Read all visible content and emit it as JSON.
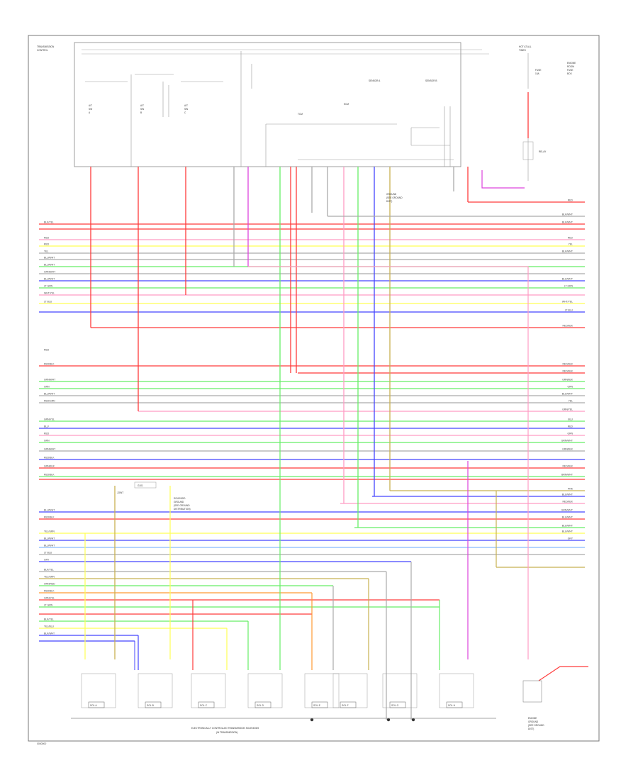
{
  "page": {
    "code": "0000000"
  },
  "labels": {
    "top_left_box": [
      "TRANSMISSION",
      "CONTROL"
    ],
    "ecm": "ECM",
    "tcm_inner": "TCM",
    "sensor_a": "SENSOR A",
    "sensor_b": "SENSOR B",
    "sw1": [
      "A/T",
      "SW",
      "A"
    ],
    "sw2": [
      "A/T",
      "SW",
      "B"
    ],
    "sw3": [
      "A/T",
      "SW",
      "C"
    ],
    "right_top": [
      "HOT AT ALL",
      "TIMES"
    ],
    "right_fuse": [
      "FUSE",
      "15A"
    ],
    "right_relay": [
      "RELAY"
    ],
    "right_side": [
      "ENGINE",
      "ROOM",
      "FUSE",
      "BOX"
    ],
    "midnote": [
      "SOLENOID",
      "GROUND",
      "(SEE GROUND",
      "DISTRIBUTION)"
    ],
    "ground_note": [
      "GROUND",
      "(SEE GROUND",
      "DIST)"
    ],
    "midbox": "G101",
    "join_label": "JOINT",
    "bottom_caption": [
      "ELECTRONICALLY CONTROLLED TRANSMISSION SOLENOIDS",
      "(IN TRANSMISSION)"
    ],
    "bottom_right": [
      "ENGINE",
      "GROUND",
      "(SEE GROUND",
      "DIST)"
    ]
  },
  "wires_left": [
    "BLK/YEL",
    "RED",
    "RED",
    "YEL",
    "BLU/WHT",
    "BLU/WHT",
    "GRN/WHT",
    "BLU/WHT",
    "LT GRN",
    "WHT/YEL",
    "LT BLU",
    "",
    "RED",
    "RED/BLK",
    "GRN/WHT",
    "GRN",
    "BLU/WHT",
    "RED/GRN",
    "GRN/YEL",
    "BLU",
    "RED",
    "GRN",
    "GRN/WHT",
    "RED/BLK",
    "GRN/BLK",
    "RED/BLK",
    "BLU/WHT",
    "RED/BLK",
    "YEL/GRN",
    "BLU/WHT",
    "BLU/WHT",
    "LT BLU",
    "GRY",
    "BLK/YEL",
    "YEL/GRN",
    "ORN/RED",
    "RED/BLK",
    "GRN/YEL",
    "LT GRN",
    "BLK/YEL",
    "YEL/BLU",
    "BLK/WHT"
  ],
  "wires_right": [
    "RED",
    "BLK/WHT",
    "BLK/WHT",
    "RED",
    "YEL",
    "BLK/WHT",
    "BLU/WHT",
    "LT GRN",
    "WHT/YEL",
    "LT BLU",
    "RED/BLK",
    "",
    "RED/BLK",
    "RED/BLK",
    "GRN/BLK",
    "GRN",
    "BLU/WHT",
    "YEL",
    "GRN/YEL",
    "BLU",
    "RED",
    "GRN",
    "GRN/WHT",
    "GRN/BLK",
    "RED/BLK",
    "BRN/WHT",
    "PNK",
    "BLU/WHT",
    "RED/BLK",
    "GRN/WHT",
    "BLU/WHT",
    "BLU/WHT",
    "BLU/WHT",
    "GRY"
  ],
  "colors": {
    "red": "#ff3b3b",
    "pink": "#ff9cc4",
    "yellow": "#ffff55",
    "gray": "#aaaaaa",
    "green": "#66ee66",
    "blue": "#4444ff",
    "lightblue": "#88bbff",
    "magenta": "#dd44dd",
    "olive": "#c8b050",
    "orange": "#ff9933",
    "brown": "#b07030",
    "cyan": "#33cccc",
    "black": "#333333",
    "frame": "#777777"
  },
  "solenoids": [
    "SOL A",
    "SOL B",
    "SOL C",
    "SOL D",
    "SOL E",
    "SOL F",
    "SOL G",
    "SOL H"
  ]
}
